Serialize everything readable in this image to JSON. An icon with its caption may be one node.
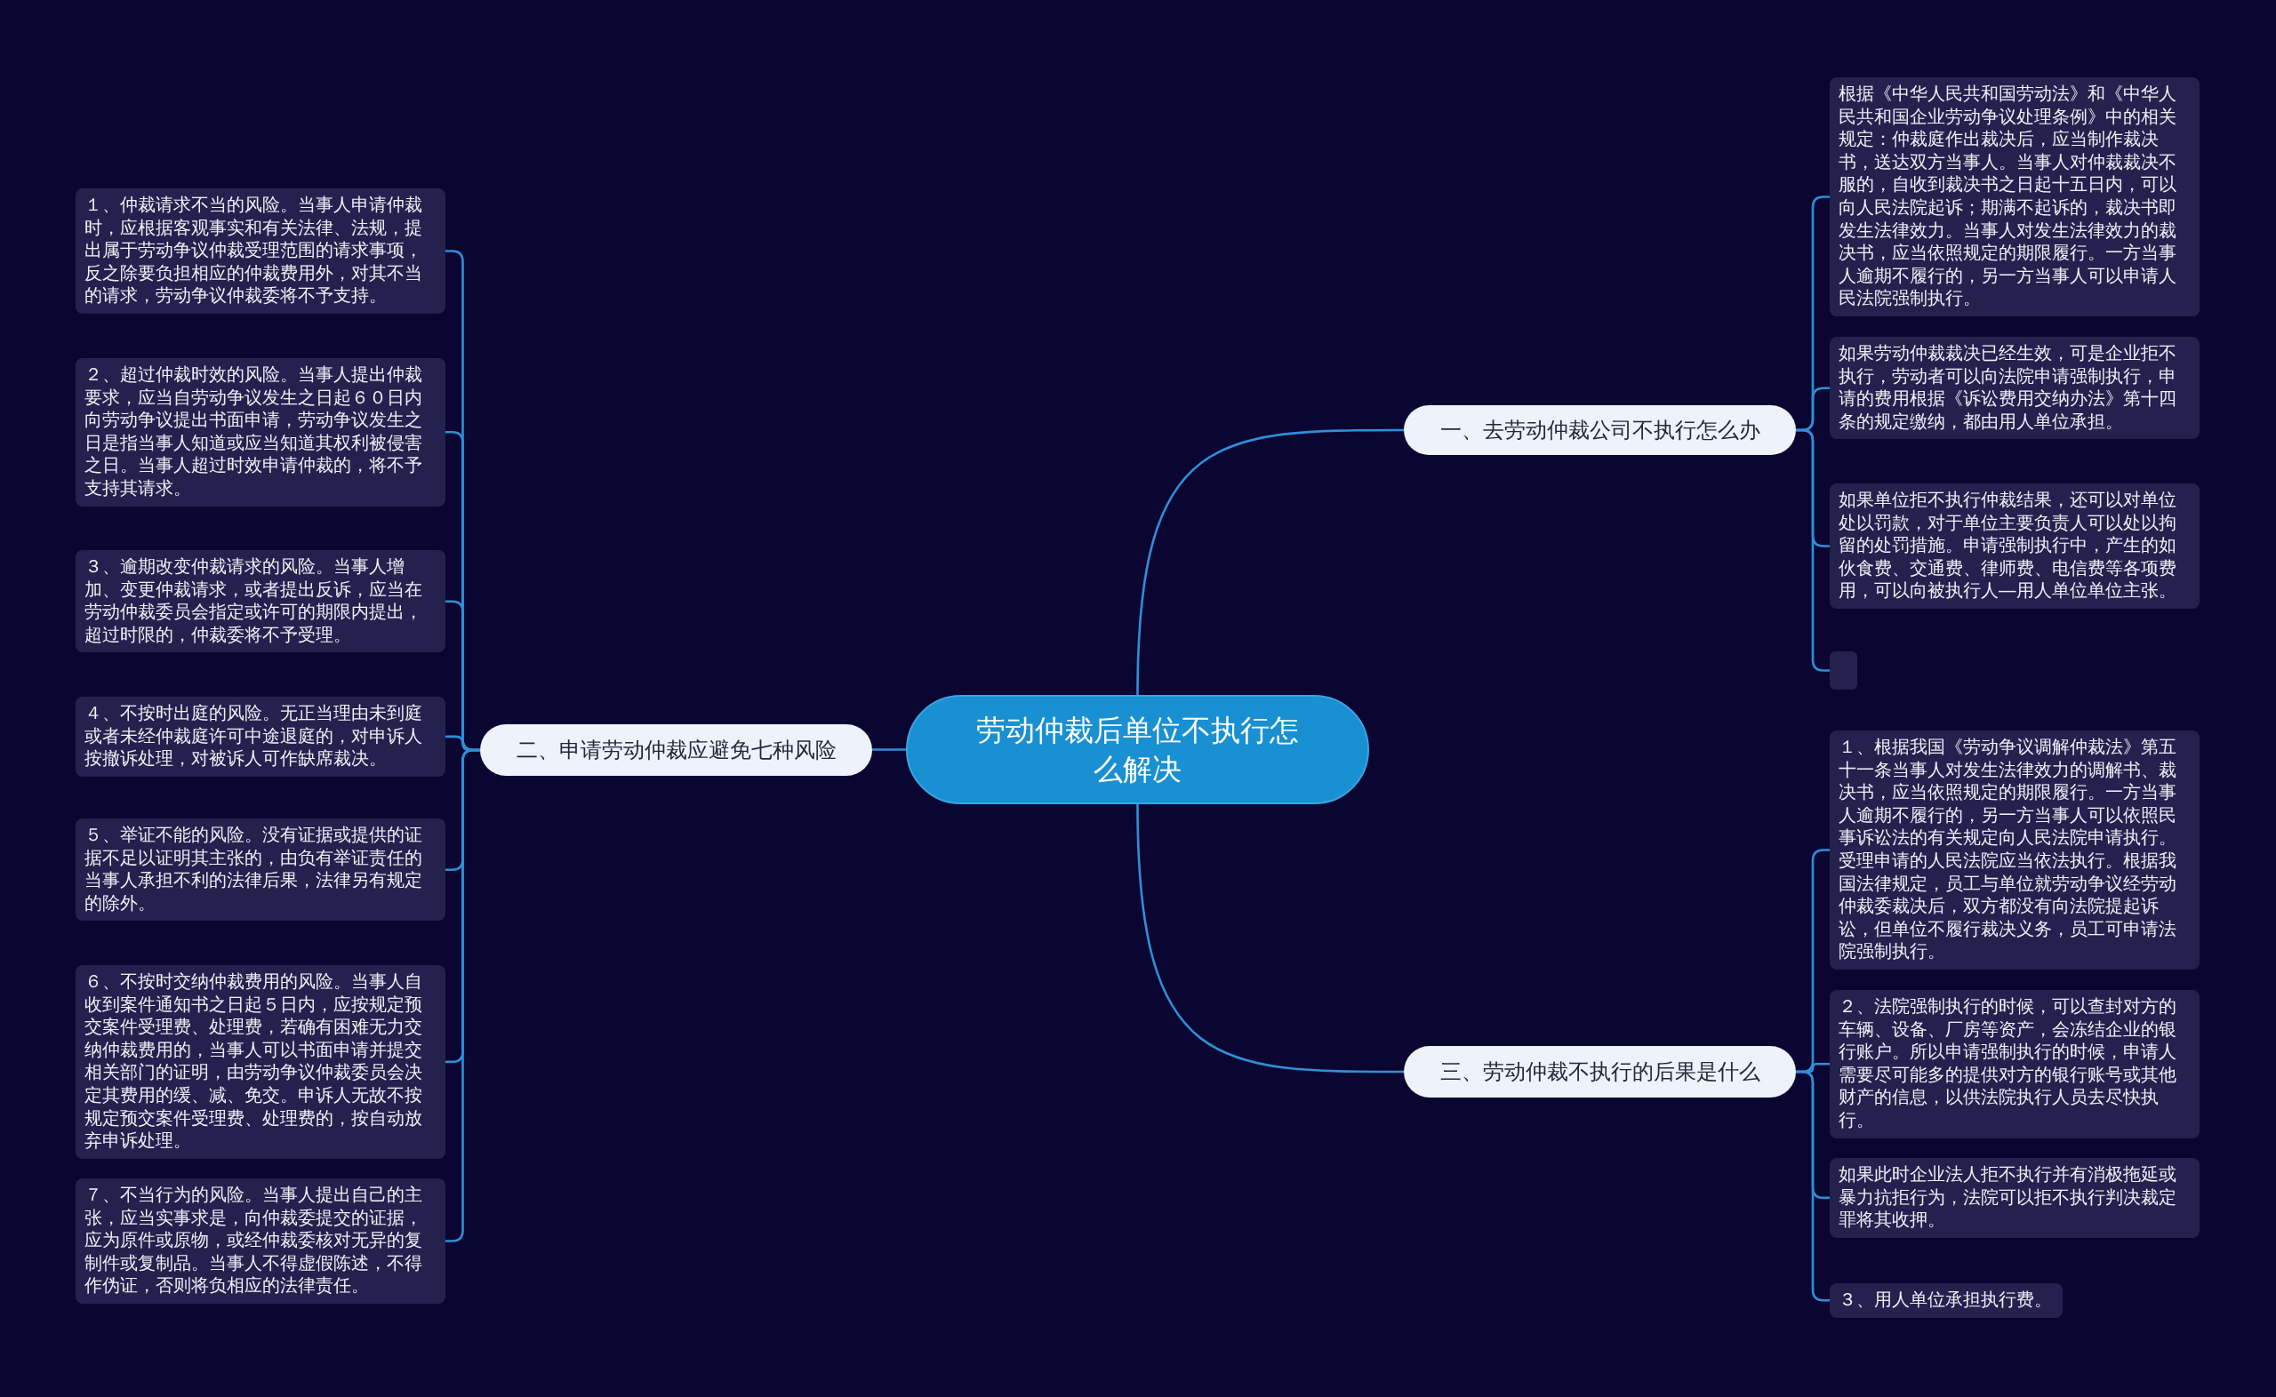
{
  "diagram": {
    "nodes": [
      {
        "text": [
          "劳动仲裁后单位不执行怎么解决"
        ]
      },
      {
        "text": [
          "一、去劳动仲裁公司不执行怎么办"
        ]
      },
      {
        "text": [
          "根据《中华人民共和国劳动法》和《中华人民共和国企业劳动争议处理条例》中的相关规定：仲裁庭作出裁决后，应当制作裁决书，送达双方当事人。当事人对仲裁裁决不服的，自收到裁决书之日起十五日内，可以向人民法院起诉；期满不起诉的，裁决书即发生法律效力。当事人对发生法律效力的裁决书，应当依照规定的期限履行。一方当事人逾期不履行的，另一方当事人可以申请人民法院强制执行。"
        ]
      },
      {
        "text": [
          "如果劳动仲裁裁决已经生效，可是企业拒不执行，劳动者可以向法院申请强制执行，申请的费用根据《诉讼费用交纳办法》第十四条的规定缴纳，都由用人单位承担。"
        ]
      },
      {
        "text": [
          "如果单位拒不执行仲裁结果，还可以对单位处以罚款，对于单位主要负责人可以处以拘留的处罚措施。申请强制执行中，产生的如伙食费、交通费、律师费、电信费等各项费用，可以向被执行人—用人单位单位主张。"
        ]
      },
      {
        "text": [],
        "shape": "box"
      },
      {
        "text": [
          "二、申请劳动仲裁应避免七种风险"
        ]
      },
      {
        "text": [
          "１、仲裁请求不当的风险。当事人申请仲裁时，应根据客观事实和有关法律、法规，提出属于劳动争议仲裁受理范围的请求事项，反之除要负担相应的仲裁费用外，对其不当的请求，劳动争议仲裁委将不予支持。"
        ]
      },
      {
        "text": [
          "２、超过仲裁时效的风险。当事人提出仲裁要求，应当自劳动争议发生之日起６０日内向劳动争议提出书面申请，劳动争议发生之日是指当事人知道或应当知道其权利被侵害之日。当事人超过时效申请仲裁的，将不予支持其请求。"
        ]
      },
      {
        "text": [
          "３、逾期改变仲裁请求的风险。当事人增加、变更仲裁请求，或者提出反诉，应当在劳动仲裁委员会指定或许可的期限内提出，超过时限的，仲裁委将不予受理。"
        ]
      },
      {
        "text": [
          "４、不按时出庭的风险。无正当理由未到庭或者未经仲裁庭许可中途退庭的，对申诉人按撤诉处理，对被诉人可作缺席裁决。"
        ]
      },
      {
        "text": [
          "５、举证不能的风险。没有证据或提供的证据不足以证明其主张的，由负有举证责任的当事人承担不利的法律后果，法律另有规定的除外。"
        ]
      },
      {
        "text": [
          "６、不按时交纳仲裁费用的风险。当事人自收到案件通知书之日起５日内，应按规定预交案件受理费、处理费，若确有困难无力交纳仲裁费用的，当事人可以书面申请并提交相关部门的证明，由劳动争议仲裁委员会决定其费用的缓、减、免交。申诉人无故不按规定预交案件受理费、处理费的，按自动放弃申诉处理。"
        ]
      },
      {
        "text": [
          "７、不当行为的风险。当事人提出自己的主张，应当实事求是，向仲裁委提交的证据，应为原件或原物，或经仲裁委核对无异的复制件或复制品。当事人不得虚假陈述，不得作伪证，否则将负相应的法律责任。"
        ]
      },
      {
        "text": [
          "三、劳动仲裁不执行的后果是什么"
        ]
      },
      {
        "text": [
          "１、根据我国《劳动争议调解仲裁法》第五十一条当事人对发生法律效力的调解书、裁决书，应当依照规定的期限履行。一方当事人逾期不履行的，另一方当事人可以依照民事诉讼法的有关规定向人民法院申请执行。受理申请的人民法院应当依法执行。根据我国法律规定，员工与单位就劳动争议经劳动仲裁委裁决后，双方都没有向法院提起诉讼，但单位不履行裁决义务，员工可申请法院强制执行。"
        ]
      },
      {
        "text": [
          "２、法院强制执行的时候，可以查封对方的车辆、设备、厂房等资产，会冻结企业的银行账户。所以申请强制执行的时候，申请人需要尽可能多的提供对方的银行账号或其他财产的信息，以供法院执行人员去尽快执行。"
        ]
      },
      {
        "text": [
          "如果此时企业法人拒不执行并有消极拖延或暴力抗拒行为，法院可以拒不执行判决裁定罪将其收押。"
        ]
      },
      {
        "text": [
          "３、用人单位承担执行费。"
        ]
      }
    ],
    "edges": [
      {
        "from": 0,
        "to": 1,
        "arrow": "none"
      },
      {
        "from": 1,
        "to": 2,
        "arrow": "none"
      },
      {
        "from": 1,
        "to": 3,
        "arrow": "none"
      },
      {
        "from": 1,
        "to": 4,
        "arrow": "none"
      },
      {
        "from": 1,
        "to": 5,
        "arrow": "none"
      },
      {
        "from": 0,
        "to": 6,
        "arrow": "none"
      },
      {
        "from": 6,
        "to": 7,
        "arrow": "none"
      },
      {
        "from": 6,
        "to": 8,
        "arrow": "none"
      },
      {
        "from": 6,
        "to": 9,
        "arrow": "none"
      },
      {
        "from": 6,
        "to": 10,
        "arrow": "none"
      },
      {
        "from": 6,
        "to": 11,
        "arrow": "none"
      },
      {
        "from": 6,
        "to": 12,
        "arrow": "none"
      },
      {
        "from": 6,
        "to": 13,
        "arrow": "none"
      },
      {
        "from": 0,
        "to": 14,
        "arrow": "none"
      },
      {
        "from": 14,
        "to": 15,
        "arrow": "none"
      },
      {
        "from": 14,
        "to": 16,
        "arrow": "none"
      },
      {
        "from": 14,
        "to": 17,
        "arrow": "none"
      },
      {
        "from": 14,
        "to": 18,
        "arrow": "none"
      }
    ]
  }
}
